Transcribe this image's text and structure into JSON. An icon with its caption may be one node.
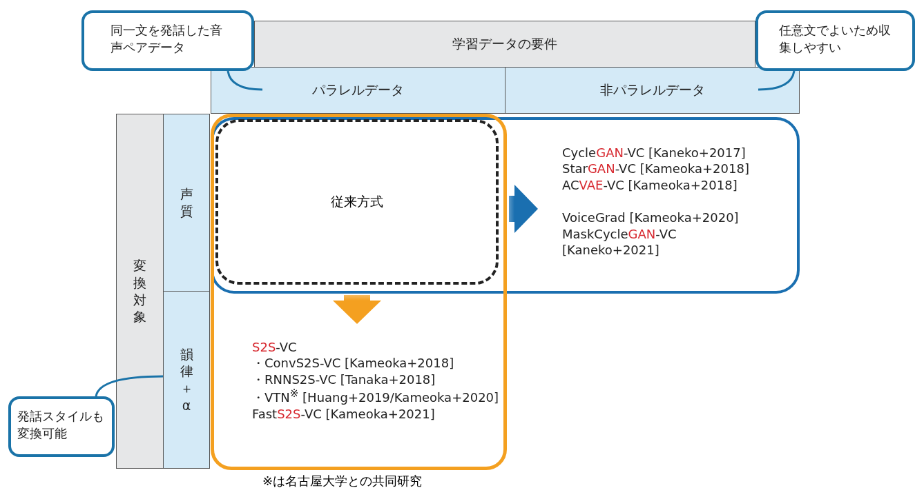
{
  "diagram": {
    "nodes": [
      {
        "text": [
          "学習データの要件"
        ]
      },
      {
        "text": [
          "パラレルデータ"
        ]
      },
      {
        "text": [
          "非パラレルデータ"
        ]
      },
      {
        "text": [
          "変換対象"
        ]
      },
      {
        "text": [
          "声質"
        ]
      },
      {
        "text": [
          "韻律＋α"
        ]
      },
      {
        "text": [
          "同一文を発話した音声ペアデータ"
        ]
      },
      {
        "text": [
          "任意文でよいため収集しやすい"
        ]
      },
      {
        "text": [
          "発話スタイルも変換可能"
        ]
      },
      {
        "text": [
          "従来方式"
        ]
      },
      {
        "text": [
          "Cycle**GAN**-VC [Kaneko+2017]",
          "Star**GAN**-VC [Kameoka+2018]",
          "AC**VAE**-VC [Kameoka+2018]",
          "VoiceGrad [Kameoka+2020]",
          "MaskCycle**GAN**-VC [Kaneko+2021]"
        ]
      },
      {
        "text": [
          "**S2S**-VC",
          "・ConvS2S-VC [Kameoka+2018]",
          "・RNNS2S-VC [Tanaka+2018]",
          "・VTN$^{※}$ [Huang+2019/Kameoka+2020]",
          "Fast**S2S**-VC [Kameoka+2021]"
        ]
      }
    ],
    "edges": [
      {
        "from": 6,
        "to": 1,
        "arrow": "none"
      },
      {
        "from": 7,
        "to": 2,
        "arrow": "none"
      },
      {
        "from": 8,
        "to": 5,
        "arrow": "none"
      },
      {
        "from": 9,
        "to": 10,
        "arrow": "to",
        "color": "#1a6fb0"
      },
      {
        "from": 9,
        "to": 11,
        "arrow": "to",
        "color": "#f4a020"
      }
    ],
    "labels": [
      "※は名古屋大学との共同研究"
    ]
  }
}
